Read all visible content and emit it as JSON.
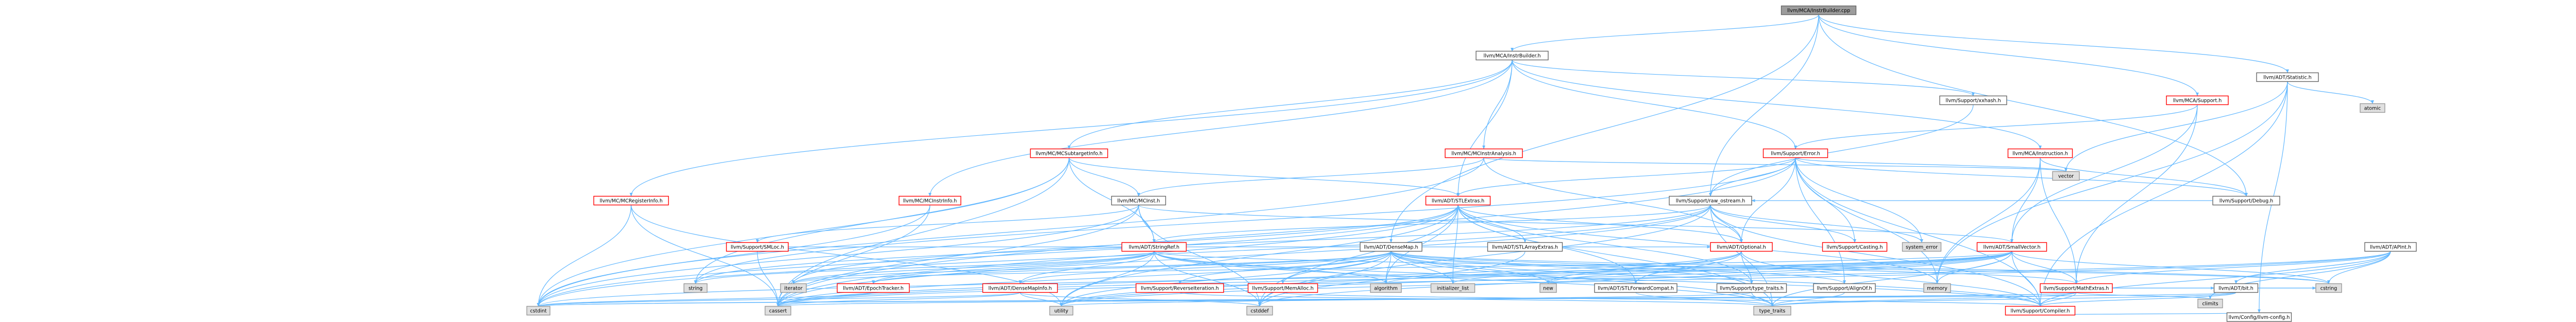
{
  "colors": {
    "root_fill": "#9c9c9c",
    "root_border": "#666666",
    "box_fill": "#ffffff",
    "box_border_linked": "#666666",
    "box_border_truncated": "#ff0000",
    "leaf_fill": "#e0e0e0",
    "leaf_border": "#999999",
    "edge": "#63b8ff"
  },
  "nodes": [
    {
      "id": "root",
      "label": "llvm/MCA/InstrBuilder.cpp",
      "kind": "root"
    },
    {
      "id": "ib_h",
      "label": "llvm/MCA/InstrBuilder.h",
      "kind": "linked"
    },
    {
      "id": "stat",
      "label": "llvm/ADT/Statistic.h",
      "kind": "linked"
    },
    {
      "id": "atomic",
      "label": "atomic",
      "kind": "leaf"
    },
    {
      "id": "hash",
      "label": "llvm/Support/xxhash.h",
      "kind": "linked"
    },
    {
      "id": "mcasupp",
      "label": "llvm/MCA/Support.h",
      "kind": "truncated"
    },
    {
      "id": "suberr",
      "label": "llvm/Support/Error.h",
      "kind": "truncated"
    },
    {
      "id": "mcsti",
      "label": "llvm/MC/MCSubtargetInfo.h",
      "kind": "truncated"
    },
    {
      "id": "mcia",
      "label": "llvm/MC/MCInstrAnalysis.h",
      "kind": "truncated"
    },
    {
      "id": "mcainst",
      "label": "llvm/MCA/Instruction.h",
      "kind": "truncated"
    },
    {
      "id": "mcreg",
      "label": "llvm/MC/MCRegisterInfo.h",
      "kind": "truncated"
    },
    {
      "id": "mcii",
      "label": "llvm/MC/MCInstrInfo.h",
      "kind": "truncated"
    },
    {
      "id": "mcinst",
      "label": "llvm/MC/MCInst.h",
      "kind": "linked"
    },
    {
      "id": "stlx",
      "label": "llvm/ADT/STLExtras.h",
      "kind": "truncated"
    },
    {
      "id": "rawos",
      "label": "llvm/Support/raw_ostream.h",
      "kind": "linked"
    },
    {
      "id": "vector",
      "label": "vector",
      "kind": "leaf"
    },
    {
      "id": "debug",
      "label": "llvm/Support/Debug.h",
      "kind": "linked"
    },
    {
      "id": "apint",
      "label": "llvm/ADT/APInt.h",
      "kind": "linked"
    },
    {
      "id": "smloc",
      "label": "llvm/Support/SMLoc.h",
      "kind": "truncated"
    },
    {
      "id": "strref",
      "label": "llvm/ADT/StringRef.h",
      "kind": "truncated"
    },
    {
      "id": "densemap",
      "label": "llvm/ADT/DenseMap.h",
      "kind": "linked"
    },
    {
      "id": "stlarr",
      "label": "llvm/ADT/STLArrayExtras.h",
      "kind": "linked"
    },
    {
      "id": "optional",
      "label": "llvm/ADT/Optional.h",
      "kind": "truncated"
    },
    {
      "id": "casting",
      "label": "llvm/Support/Casting.h",
      "kind": "truncated"
    },
    {
      "id": "syserr",
      "label": "system_error",
      "kind": "leaf"
    },
    {
      "id": "smallvec",
      "label": "llvm/ADT/SmallVector.h",
      "kind": "truncated"
    },
    {
      "id": "string",
      "label": "string",
      "kind": "leaf"
    },
    {
      "id": "iterator",
      "label": "iterator",
      "kind": "leaf"
    },
    {
      "id": "epoch",
      "label": "llvm/ADT/EpochTracker.h",
      "kind": "truncated"
    },
    {
      "id": "dmapinfo",
      "label": "llvm/ADT/DenseMapInfo.h",
      "kind": "truncated"
    },
    {
      "id": "revit",
      "label": "llvm/Support/ReverseIteration.h",
      "kind": "truncated"
    },
    {
      "id": "memalloc",
      "label": "llvm/Support/MemAlloc.h",
      "kind": "truncated"
    },
    {
      "id": "algorithm",
      "label": "algorithm",
      "kind": "leaf"
    },
    {
      "id": "initlist",
      "label": "initializer_list",
      "kind": "leaf"
    },
    {
      "id": "new",
      "label": "new",
      "kind": "leaf"
    },
    {
      "id": "stlfwd",
      "label": "llvm/ADT/STLForwardCompat.h",
      "kind": "linked"
    },
    {
      "id": "typetr",
      "label": "llvm/Support/type_traits.h",
      "kind": "linked"
    },
    {
      "id": "alignof",
      "label": "llvm/Support/AlignOf.h",
      "kind": "linked"
    },
    {
      "id": "memory",
      "label": "memory",
      "kind": "leaf"
    },
    {
      "id": "mathx",
      "label": "llvm/Support/MathExtras.h",
      "kind": "truncated"
    },
    {
      "id": "bit",
      "label": "llvm/ADT/bit.h",
      "kind": "linked"
    },
    {
      "id": "cstring",
      "label": "cstring",
      "kind": "leaf"
    },
    {
      "id": "cstdint",
      "label": "cstdint",
      "kind": "leaf"
    },
    {
      "id": "cassert",
      "label": "cassert",
      "kind": "leaf"
    },
    {
      "id": "utility",
      "label": "utility",
      "kind": "leaf"
    },
    {
      "id": "cstddef",
      "label": "cstddef",
      "kind": "leaf"
    },
    {
      "id": "type_traits",
      "label": "type_traits",
      "kind": "leaf"
    },
    {
      "id": "compiler",
      "label": "llvm/Support/Compiler.h",
      "kind": "truncated"
    },
    {
      "id": "climits",
      "label": "climits",
      "kind": "leaf"
    },
    {
      "id": "config",
      "label": "llvm/Config/llvm-config.h",
      "kind": "linked"
    }
  ],
  "edges": [
    [
      "root",
      "ib_h"
    ],
    [
      "root",
      "stat"
    ],
    [
      "root",
      "mcasupp"
    ],
    [
      "root",
      "rawos"
    ],
    [
      "root",
      "debug"
    ],
    [
      "root",
      "densemap"
    ],
    [
      "ib_h",
      "mcsti"
    ],
    [
      "ib_h",
      "mcia"
    ],
    [
      "ib_h",
      "mcreg"
    ],
    [
      "ib_h",
      "mcii"
    ],
    [
      "ib_h",
      "mcainst"
    ],
    [
      "ib_h",
      "suberr"
    ],
    [
      "ib_h",
      "hash"
    ],
    [
      "ib_h",
      "stlx"
    ],
    [
      "stat",
      "atomic"
    ],
    [
      "stat",
      "config"
    ],
    [
      "stat",
      "compiler"
    ],
    [
      "stat",
      "memory"
    ],
    [
      "stat",
      "vector"
    ],
    [
      "hash",
      "rawos"
    ],
    [
      "mcasupp",
      "suberr"
    ],
    [
      "mcasupp",
      "mathx"
    ],
    [
      "mcasupp",
      "smallvec"
    ],
    [
      "suberr",
      "rawos"
    ],
    [
      "suberr",
      "stlx"
    ],
    [
      "suberr",
      "optional"
    ],
    [
      "suberr",
      "casting"
    ],
    [
      "suberr",
      "syserr"
    ],
    [
      "suberr",
      "vector"
    ],
    [
      "suberr",
      "alignof"
    ],
    [
      "suberr",
      "debug"
    ],
    [
      "suberr",
      "compiler"
    ],
    [
      "suberr",
      "cassert"
    ],
    [
      "suberr",
      "string"
    ],
    [
      "suberr",
      "memory"
    ],
    [
      "mcsti",
      "mcinst"
    ],
    [
      "mcsti",
      "strref"
    ],
    [
      "mcsti",
      "stlx"
    ],
    [
      "mcsti",
      "cstdint"
    ],
    [
      "mcsti",
      "cassert"
    ],
    [
      "mcsti",
      "string"
    ],
    [
      "mcia",
      "mcinst"
    ],
    [
      "mcia",
      "optional"
    ],
    [
      "mcia",
      "vector"
    ],
    [
      "mcia",
      "cstdint"
    ],
    [
      "mcainst",
      "smallvec"
    ],
    [
      "mcainst",
      "mathx"
    ],
    [
      "mcainst",
      "memory"
    ],
    [
      "mcainst",
      "debug"
    ],
    [
      "mcreg",
      "cstdint"
    ],
    [
      "mcreg",
      "cassert"
    ],
    [
      "mcreg",
      "utility"
    ],
    [
      "mcii",
      "cassert"
    ],
    [
      "mcii",
      "cstdint"
    ],
    [
      "mcinst",
      "smloc"
    ],
    [
      "mcinst",
      "strref"
    ],
    [
      "mcinst",
      "smallvec"
    ],
    [
      "mcinst",
      "cstddef"
    ],
    [
      "mcinst",
      "cstdint"
    ],
    [
      "mcinst",
      "cassert"
    ],
    [
      "stlx",
      "stlarr"
    ],
    [
      "stlx",
      "stlfwd"
    ],
    [
      "stlx",
      "iterator"
    ],
    [
      "stlx",
      "typetr"
    ],
    [
      "stlx",
      "optional"
    ],
    [
      "stlx",
      "algorithm"
    ],
    [
      "stlx",
      "cassert"
    ],
    [
      "stlx",
      "utility"
    ],
    [
      "stlx",
      "initlist"
    ],
    [
      "stlx",
      "cstddef"
    ],
    [
      "stlx",
      "cstdint"
    ],
    [
      "stlx",
      "memory"
    ],
    [
      "stlx",
      "type_traits"
    ],
    [
      "rawos",
      "strref"
    ],
    [
      "rawos",
      "optional"
    ],
    [
      "rawos",
      "casting"
    ],
    [
      "rawos",
      "syserr"
    ],
    [
      "rawos",
      "compiler"
    ],
    [
      "rawos",
      "cassert"
    ],
    [
      "rawos",
      "string"
    ],
    [
      "rawos",
      "cstddef"
    ],
    [
      "rawos",
      "cstdint"
    ],
    [
      "rawos",
      "type_traits"
    ],
    [
      "debug",
      "rawos"
    ],
    [
      "apint",
      "mathx"
    ],
    [
      "apint",
      "bit"
    ],
    [
      "apint",
      "cassert"
    ],
    [
      "apint",
      "climits"
    ],
    [
      "apint",
      "cstring"
    ],
    [
      "apint",
      "utility"
    ],
    [
      "apint",
      "compiler"
    ],
    [
      "smloc",
      "optional"
    ],
    [
      "smloc",
      "cassert"
    ],
    [
      "strref",
      "dmapinfo"
    ],
    [
      "strref",
      "epoch"
    ],
    [
      "strref",
      "iterator"
    ],
    [
      "strref",
      "string"
    ],
    [
      "strref",
      "utility"
    ],
    [
      "strref",
      "cstddef"
    ],
    [
      "strref",
      "cstring"
    ],
    [
      "strref",
      "type_traits"
    ],
    [
      "strref",
      "compiler"
    ],
    [
      "strref",
      "algorithm"
    ],
    [
      "densemap",
      "dmapinfo"
    ],
    [
      "densemap",
      "epoch"
    ],
    [
      "densemap",
      "alignof"
    ],
    [
      "densemap",
      "compiler"
    ],
    [
      "densemap",
      "mathx"
    ],
    [
      "densemap",
      "memalloc"
    ],
    [
      "densemap",
      "revit"
    ],
    [
      "densemap",
      "typetr"
    ],
    [
      "densemap",
      "algorithm"
    ],
    [
      "densemap",
      "cassert"
    ],
    [
      "densemap",
      "cstddef"
    ],
    [
      "densemap",
      "cstring"
    ],
    [
      "densemap",
      "initlist"
    ],
    [
      "densemap",
      "iterator"
    ],
    [
      "densemap",
      "new"
    ],
    [
      "densemap",
      "type_traits"
    ],
    [
      "densemap",
      "utility"
    ],
    [
      "stlarr",
      "cstddef"
    ],
    [
      "optional",
      "stlfwd"
    ],
    [
      "optional",
      "typetr"
    ],
    [
      "optional",
      "compiler"
    ],
    [
      "optional",
      "new"
    ],
    [
      "optional",
      "utility"
    ],
    [
      "optional",
      "cassert"
    ],
    [
      "smallvec",
      "compiler"
    ],
    [
      "smallvec",
      "type_traits"
    ],
    [
      "smallvec",
      "algorithm"
    ],
    [
      "smallvec",
      "cassert"
    ],
    [
      "smallvec",
      "cstddef"
    ],
    [
      "smallvec",
      "cstdint"
    ],
    [
      "smallvec",
      "cstring"
    ],
    [
      "smallvec",
      "initlist"
    ],
    [
      "smallvec",
      "iterator"
    ],
    [
      "smallvec",
      "memory"
    ],
    [
      "smallvec",
      "new"
    ],
    [
      "smallvec",
      "utility"
    ],
    [
      "smallvec",
      "mathx"
    ],
    [
      "typetr",
      "type_traits"
    ],
    [
      "typetr",
      "utility"
    ],
    [
      "alignof",
      "type_traits"
    ],
    [
      "mathx",
      "compiler"
    ],
    [
      "mathx",
      "bit"
    ],
    [
      "mathx",
      "cassert"
    ],
    [
      "mathx",
      "climits"
    ],
    [
      "mathx",
      "cstdint"
    ],
    [
      "mathx",
      "cstring"
    ],
    [
      "mathx",
      "type_traits"
    ],
    [
      "bit",
      "compiler"
    ],
    [
      "bit",
      "cstdint"
    ],
    [
      "bit",
      "cstring"
    ],
    [
      "bit",
      "type_traits"
    ],
    [
      "compiler",
      "config"
    ],
    [
      "epoch",
      "cstdint"
    ],
    [
      "dmapinfo",
      "cassert"
    ],
    [
      "dmapinfo",
      "cstddef"
    ],
    [
      "dmapinfo",
      "cstdint"
    ],
    [
      "dmapinfo",
      "utility"
    ],
    [
      "memalloc",
      "compiler"
    ],
    [
      "revit",
      "type_traits"
    ],
    [
      "stlfwd",
      "type_traits"
    ]
  ]
}
